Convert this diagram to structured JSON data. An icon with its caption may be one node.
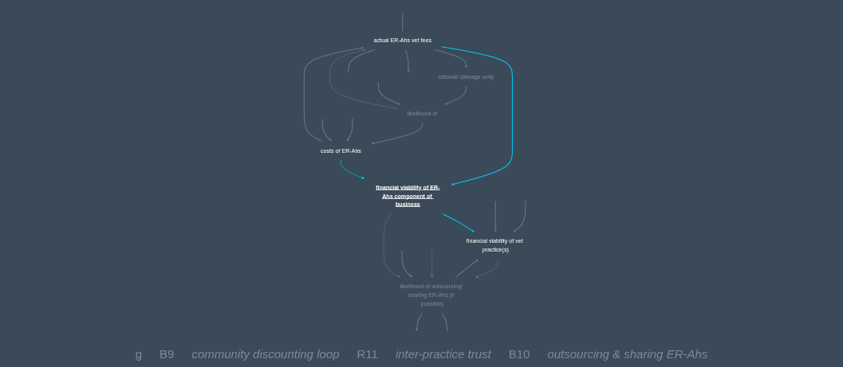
{
  "diagram": {
    "nodes": [
      {
        "text": [
          "financial viability of ER-Ahs component of business"
        ]
      },
      {
        "text": [
          "actual ER-Ahs vet fees"
        ]
      },
      {
        "text": [
          "costs of ER-Ahs"
        ]
      },
      {
        "text": [
          "likelihood of outsourcing/ sharing ER-Ahs (if possible)"
        ]
      },
      {
        "text": [
          "tational/ damage unity"
        ]
      },
      {
        "text": [
          "financial viability of vet practice(s)"
        ]
      },
      {
        "text": [
          "likelihood of"
        ]
      }
    ],
    "edges": [
      {
        "from": 1,
        "to": 0,
        "arrow": "to",
        "color": "#00c8f5"
      },
      {
        "from": 2,
        "to": 0,
        "arrow": "to",
        "style": "dashed",
        "color": "#00c8f5"
      },
      {
        "from": 0,
        "to": 5,
        "arrow": "to",
        "color": "#00c8f5"
      },
      {
        "from": 0,
        "to": 3,
        "arrow": "to",
        "style": "dashed"
      },
      {
        "from": 2,
        "to": 1,
        "arrow": "to"
      },
      {
        "from": 6,
        "to": 1,
        "arrow": "to",
        "style": "dashed"
      },
      {
        "from": 1,
        "to": 4,
        "arrow": "to"
      },
      {
        "from": 4,
        "to": 6,
        "arrow": "to"
      },
      {
        "from": 6,
        "to": 2,
        "arrow": "to"
      },
      {
        "from": 5,
        "to": 3,
        "arrow": "to",
        "style": "dashed"
      },
      {
        "from": 3,
        "to": 5,
        "arrow": "to"
      },
      {
        "from": 1,
        "to": null,
        "arrow": "to"
      },
      {
        "from": null,
        "to": 1,
        "arrow": "none"
      },
      {
        "from": 1,
        "to": null,
        "arrow": "none"
      },
      {
        "from": null,
        "to": 2,
        "arrow": "to"
      },
      {
        "from": null,
        "to": 2,
        "arrow": "to"
      },
      {
        "from": 3,
        "to": null,
        "arrow": "none"
      },
      {
        "from": 3,
        "to": null,
        "arrow": "to"
      },
      {
        "from": null,
        "to": 3,
        "arrow": "to"
      },
      {
        "from": null,
        "to": 3,
        "arrow": "to",
        "style": "dashed"
      },
      {
        "from": null,
        "to": 5,
        "arrow": "to"
      },
      {
        "from": null,
        "to": 5,
        "arrow": "to"
      },
      {
        "from": null,
        "to": 6,
        "arrow": "to"
      }
    ],
    "labels": [
      "g",
      "B9",
      "community discounting loop",
      "R11",
      "inter-practice trust",
      "B10",
      "outsourcing & sharing ER-Ahs"
    ]
  }
}
